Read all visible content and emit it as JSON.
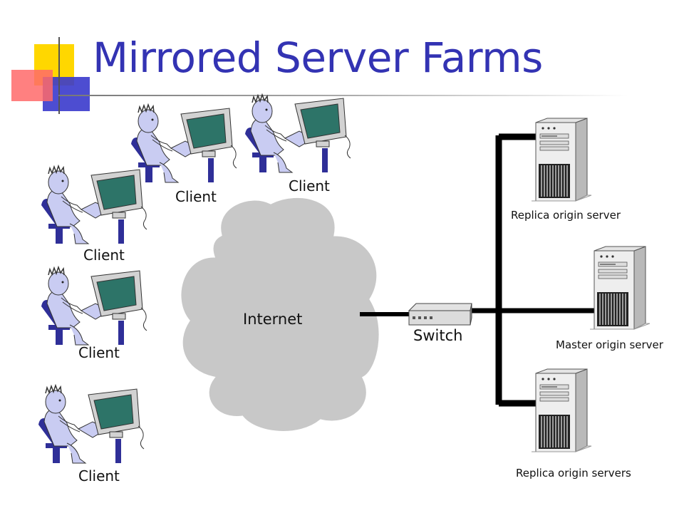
{
  "title": "Mirrored Server Farms",
  "cloud": {
    "label": "Internet"
  },
  "switch": {
    "label": "Switch"
  },
  "clients": [
    {
      "label": "Client"
    },
    {
      "label": "Client"
    },
    {
      "label": "Client"
    },
    {
      "label": "Client"
    },
    {
      "label": "Client"
    }
  ],
  "servers": [
    {
      "label": "Replica origin server"
    },
    {
      "label": "Master origin server"
    },
    {
      "label": "Replica origin servers"
    }
  ],
  "colors": {
    "title": "#3333b3",
    "cloud": "#c8c8c8",
    "monitor_screen": "#2d7468",
    "person_body": "#c9ccf2",
    "chair": "#2f2f98",
    "line": "#000000"
  }
}
